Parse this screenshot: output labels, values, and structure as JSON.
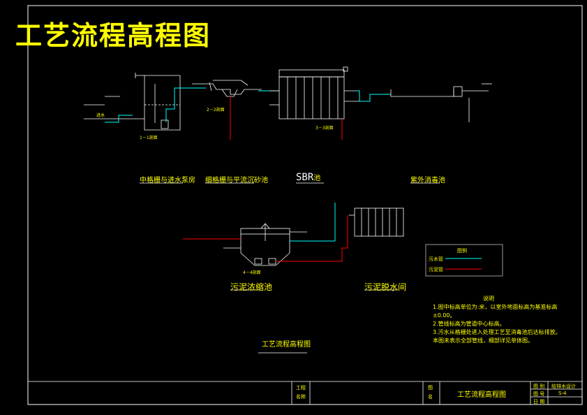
{
  "title": "工艺流程高程图",
  "units": {
    "u1": "中格栅与进水泵房",
    "u2": "细格栅与平流沉砂池",
    "u3_prefix": "SBR",
    "u3_suffix": "池",
    "u4": "紫外消毒池",
    "u5": "污泥浓缩池",
    "u6": "污泥脱水间"
  },
  "subtitle": "工艺流程高程图",
  "legend": {
    "header": "图例",
    "wastewater": "污水管",
    "sludge": "污泥管"
  },
  "notes": {
    "header": "说明",
    "items": [
      "1.图中标高单位为:米，以室外地面标高为基准标高±0.00。",
      "2.管线标高为管道中心标高。",
      "3.污水从格栅处进入处理工艺至消毒池后达标排放。",
      "本图未表示全部管线，细部详见单体图。"
    ]
  },
  "callouts": {
    "c1": "1－1剖面",
    "c2": "2－2剖面",
    "c3": "3－3剖面",
    "c4": "4－4剖面"
  },
  "inlet": "进水",
  "titleblock": {
    "project_label": "工程",
    "project_label2": "名称",
    "drawing_label": "图",
    "drawing_label2": "名",
    "drawing_name": "工艺流程高程图",
    "r1": "图 别",
    "r1v": "给排水设计",
    "r2": "图 号",
    "r2v": "S-4",
    "r3": "日 期"
  },
  "colors": {
    "border": "#ffffff",
    "title": "#ffff00",
    "wastewater": "#00ffff",
    "sludge": "#ff0000"
  }
}
